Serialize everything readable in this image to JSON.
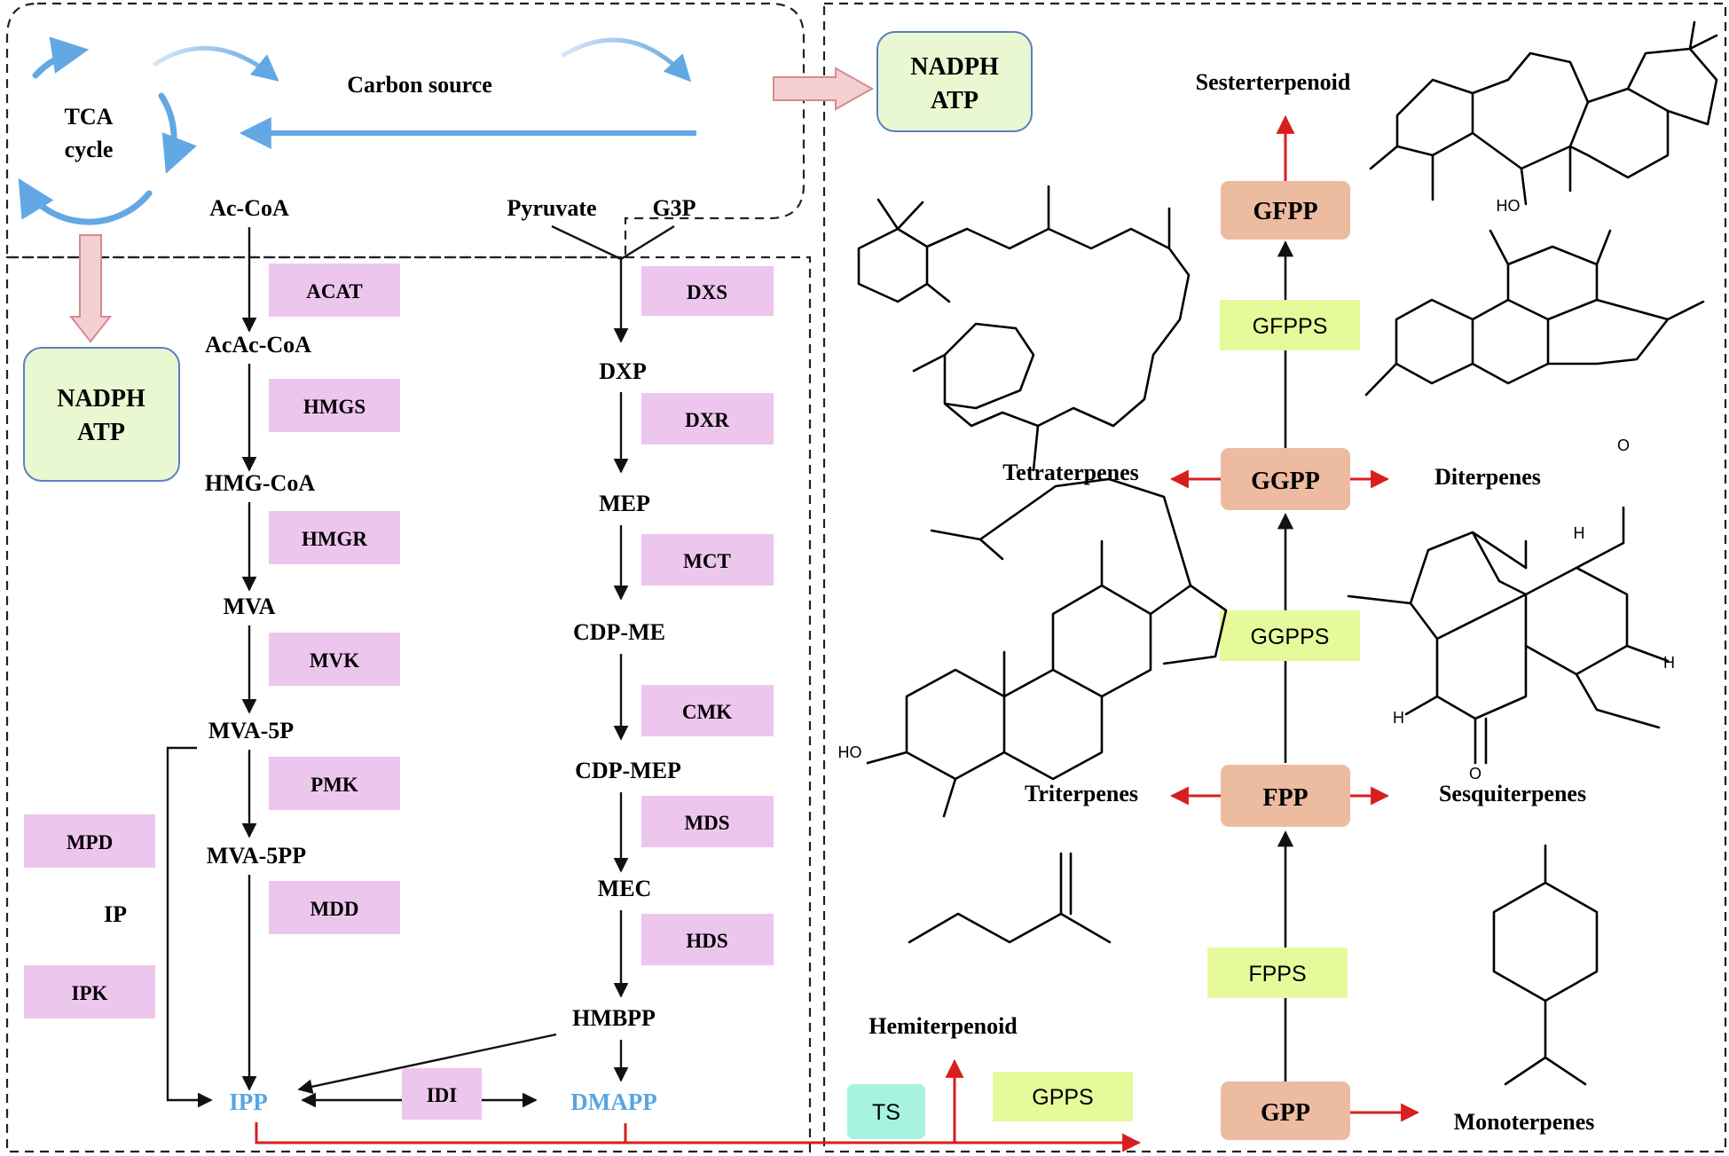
{
  "panels": {
    "carbon_source": "Carbon source",
    "tca_line1": "TCA",
    "tca_line2": "cycle",
    "cofactors_top_line1": "NADPH",
    "cofactors_top_line2": "ATP",
    "cofactors_left_line1": "NADPH",
    "cofactors_left_line2": "ATP"
  },
  "mva_pathway": {
    "start": "Ac-CoA",
    "metabolites": [
      "AcAc-CoA",
      "HMG-CoA",
      "MVA",
      "MVA-5P",
      "MVA-5PP"
    ],
    "enzymes": [
      "ACAT",
      "HMGS",
      "HMGR",
      "MVK",
      "PMK",
      "MDD"
    ],
    "product": "IPP"
  },
  "ip_bypass": {
    "intermediate": "IP",
    "enzymes": [
      "MPD",
      "IPK"
    ]
  },
  "mep_pathway": {
    "substrate1": "Pyruvate",
    "substrate2": "G3P",
    "metabolites": [
      "DXP",
      "MEP",
      "CDP-ME",
      "CDP-MEP",
      "MEC",
      "HMBPP"
    ],
    "enzymes": [
      "DXS",
      "DXR",
      "MCT",
      "CMK",
      "MDS",
      "HDS"
    ],
    "product": "DMAPP"
  },
  "isomerase": "IDI",
  "terpenoid_branch": {
    "synthase": "TS",
    "hemiterpenoid": "Hemiterpenoid",
    "precursors": [
      "GPP",
      "FPP",
      "GGPP",
      "GFPP"
    ],
    "prenyltransferases": [
      "GPPS",
      "FPPS",
      "GGPPS",
      "GFPPS"
    ],
    "monoterpenes": "Monoterpenes",
    "sesquiterpenes": "Sesquiterpenes",
    "triterpenes": "Triterpenes",
    "diterpenes": "Diterpenes",
    "tetraterpenes": "Tetraterpenes",
    "sesterterpenoid": "Sesterterpenoid"
  },
  "structure_labels": {
    "hydroxyl": "HO",
    "hydrogen": "H",
    "oxygen": "O"
  },
  "colors": {
    "enzyme_fill": "#EDC6EE",
    "cofactor_fill": "#E9F8D1",
    "cofactor_border": "#5B7FC2",
    "precursor_fill": "#EDBBA0",
    "prenyl_enzyme_fill": "#E6FA9C",
    "ts_fill": "#A8F3DE",
    "tca_arrow": "#62A8E4",
    "red_arrow": "#D81E1E",
    "ipp_dmapp_text": "#58A5E2"
  },
  "icons": {
    "tca_cycle": "circular-arrows-icon",
    "cofactor_flow": "block-arrow-icon"
  }
}
